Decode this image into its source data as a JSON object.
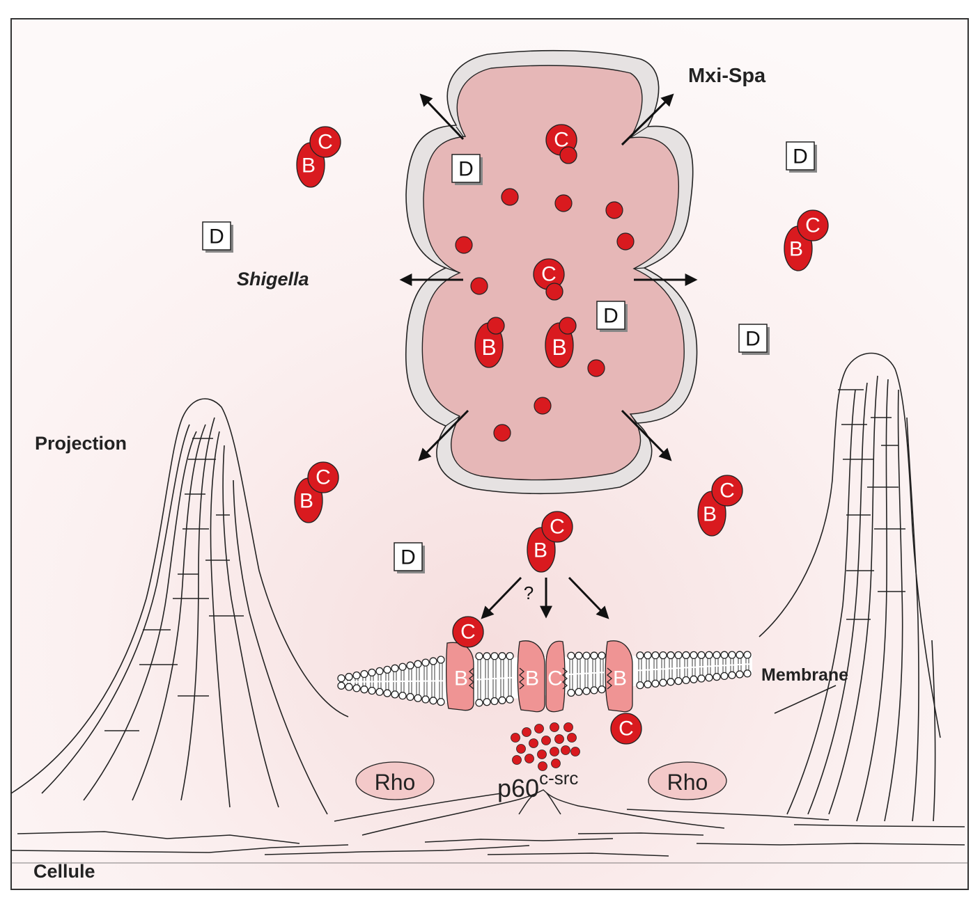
{
  "labels": {
    "mxi_spa": "Mxi-Spa",
    "shigella": "Shigella",
    "projection": "Projection",
    "membrane": "Membrane",
    "cellule": "Cellule",
    "rho": "Rho",
    "p60": "p60",
    "p60_sup": "c-src",
    "question": "?"
  },
  "glyphs": {
    "b": "B",
    "c": "C",
    "d": "D"
  },
  "colors": {
    "protein_red": "#d91a1f",
    "bacterium_fill": "#e6b7b7",
    "bacterium_wall": "#e6e2e2",
    "background_pink": "#fbf2f2",
    "membrane_protein": "#ef9494",
    "rho_fill": "#f3c9c9"
  }
}
